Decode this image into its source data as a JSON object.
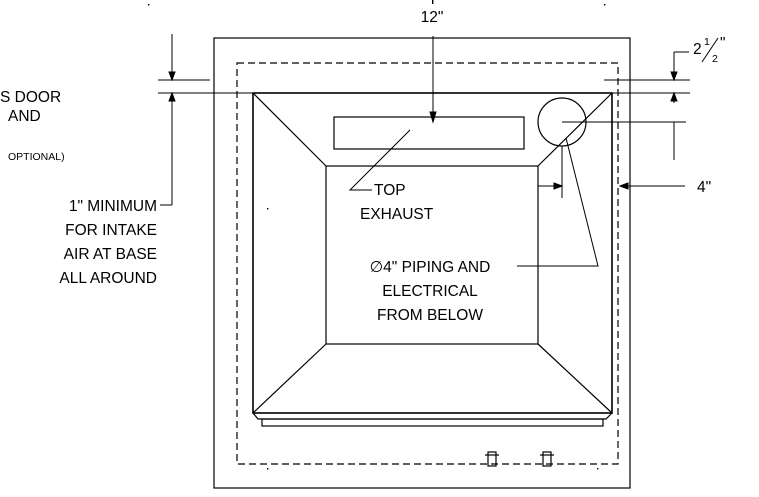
{
  "dimensions": {
    "top_width": "12\"",
    "corner_offset_whole": "2",
    "corner_offset_frac_num": "1",
    "corner_offset_frac_den": "2",
    "corner_offset_inch": "\"",
    "side_clearance": "4\""
  },
  "labels": {
    "access_door_line1": "S DOOR",
    "access_door_line2": "AND",
    "access_door_line3": "OPTIONAL)",
    "intake_line1": "1\" MINIMUM",
    "intake_line2": "FOR INTAKE",
    "intake_line3": "AIR AT BASE",
    "intake_line4": "ALL AROUND",
    "exhaust_line1": "TOP",
    "exhaust_line2": "EXHAUST",
    "piping_line1": "∅4\" PIPING AND",
    "piping_line2": "ELECTRICAL",
    "piping_line3": "FROM BELOW"
  }
}
